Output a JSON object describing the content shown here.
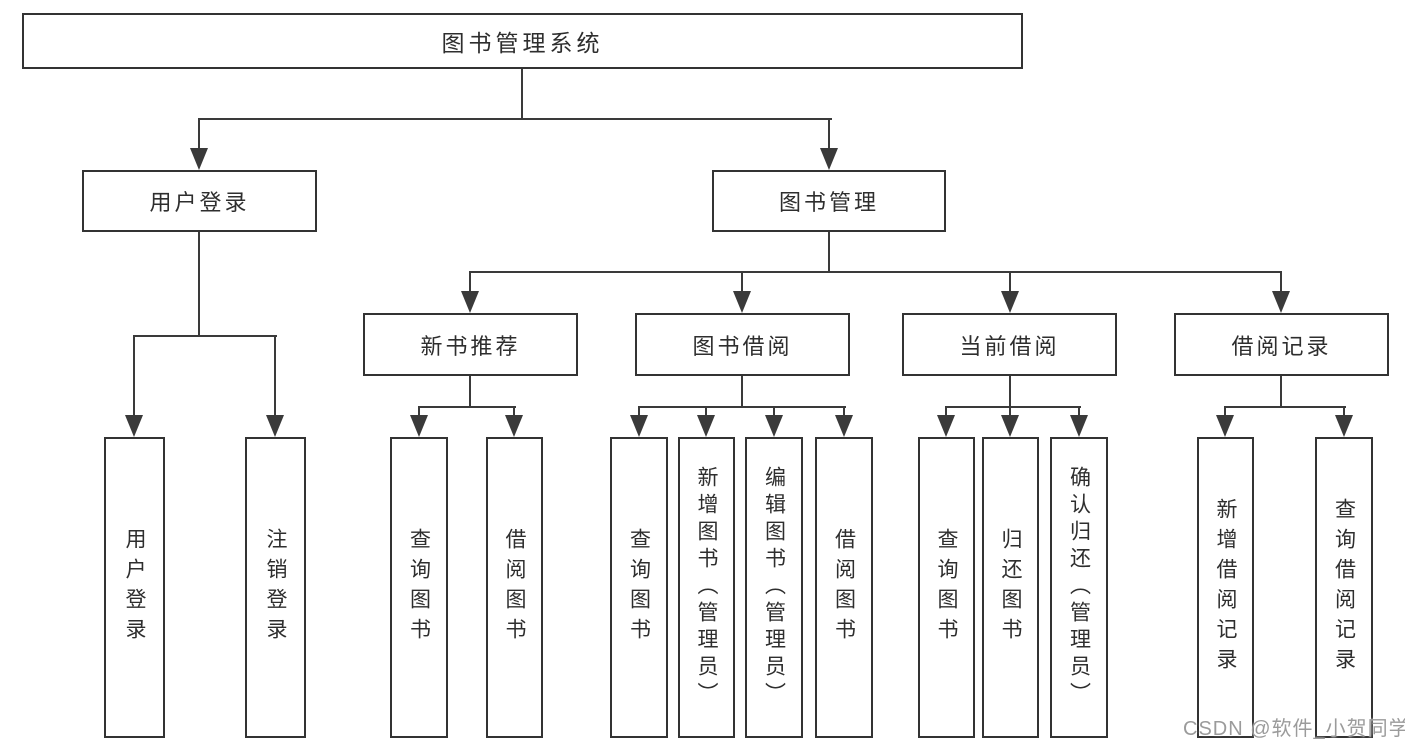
{
  "colors": {
    "line": "#3a3a3a",
    "box_border": "#333333",
    "text": "#2e2e2e",
    "background": "#ffffff",
    "watermark": "#9b9b9b"
  },
  "watermark": {
    "text": "CSDN @软件_小贺同学"
  },
  "nodes": {
    "root": "图书管理系统",
    "user_login": "用户登录",
    "book_mgmt": "图书管理",
    "new_book_rec": "新书推荐",
    "book_borrow": "图书借阅",
    "current_borrow": "当前借阅",
    "borrow_records": "借阅记录",
    "leaf_user_login": "用户登录",
    "leaf_logout": "注销登录",
    "rec_query_book": "查询图书",
    "rec_borrow_book": "借阅图书",
    "bb_query_book": "查询图书",
    "bb_add_book": "新增图书（管理员）",
    "bb_edit_book": "编辑图书（管理员）",
    "bb_borrow_book": "借阅图书",
    "cb_query_book": "查询图书",
    "cb_return_book": "归还图书",
    "cb_confirm_return": "确认归还（管理员）",
    "br_add_record": "新增借阅记录",
    "br_query_record": "查询借阅记录"
  },
  "hierarchy": {
    "图书管理系统": {
      "用户登录": [
        "用户登录",
        "注销登录"
      ],
      "图书管理": {
        "新书推荐": [
          "查询图书",
          "借阅图书"
        ],
        "图书借阅": [
          "查询图书",
          "新增图书（管理员）",
          "编辑图书（管理员）",
          "借阅图书"
        ],
        "当前借阅": [
          "查询图书",
          "归还图书",
          "确认归还（管理员）"
        ],
        "借阅记录": [
          "新增借阅记录",
          "查询借阅记录"
        ]
      }
    }
  }
}
